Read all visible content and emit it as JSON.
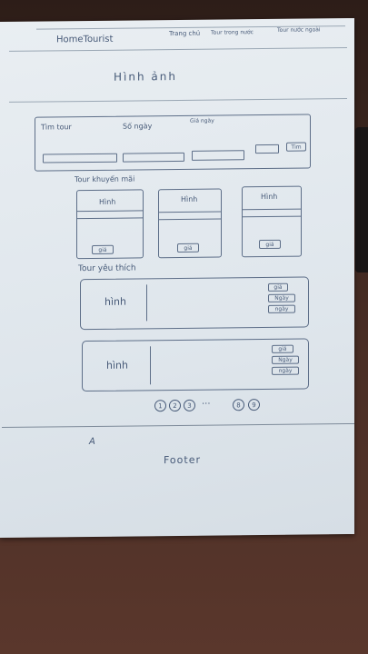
{
  "header": {
    "logo": "HomeTourist",
    "nav": [
      "Trang chủ",
      "Tour trong nước",
      "Tour nước ngoài"
    ]
  },
  "hero": {
    "label": "Hình ảnh"
  },
  "search": {
    "fields": [
      "Tìm tour",
      "Số ngày",
      "Giá ngày"
    ],
    "button_label": "Tìm"
  },
  "promo": {
    "title": "Tour khuyến mãi",
    "cards": [
      {
        "image_label": "Hình",
        "price_label": "giá"
      },
      {
        "image_label": "Hình",
        "price_label": "giá"
      },
      {
        "image_label": "Hình",
        "price_label": "giá"
      }
    ]
  },
  "favorites": {
    "title": "Tour yêu thích",
    "items": [
      {
        "image_label": "hình",
        "tags": [
          "giá",
          "Ngày",
          "ngày"
        ]
      },
      {
        "image_label": "hình",
        "tags": [
          "giá",
          "Ngày",
          "ngày"
        ]
      }
    ]
  },
  "pagination": {
    "pages": [
      "1",
      "2",
      "3",
      "8",
      "9"
    ],
    "ellipsis": "..."
  },
  "footer": {
    "mark": "A",
    "label": "Footer"
  }
}
